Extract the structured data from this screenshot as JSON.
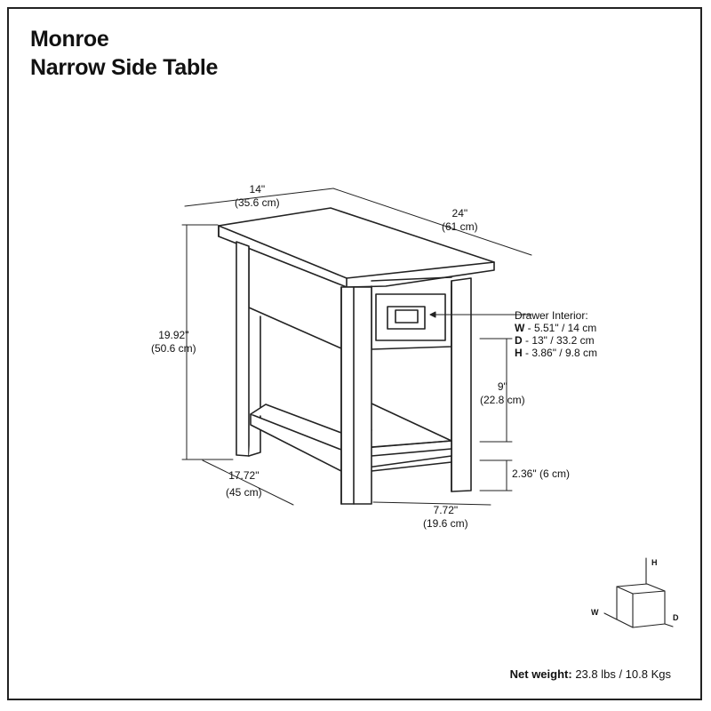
{
  "title": {
    "line1": "Monroe",
    "line2": "Narrow Side Table"
  },
  "dimensions": {
    "top_width": {
      "in": "14\"",
      "cm": "(35.6 cm)"
    },
    "top_length": {
      "in": "24\"",
      "cm": "(61 cm)"
    },
    "height": {
      "in": "19.92\"",
      "cm": "(50.6 cm)"
    },
    "leg_depth": {
      "in": "17.72\"",
      "cm": "(45 cm)"
    },
    "leg_width": {
      "in": "7.72\"",
      "cm": "(19.6 cm)"
    },
    "shelf_clearance": {
      "in": "9\"",
      "cm": "(22.8 cm)"
    },
    "shelf_height": {
      "text": "2.36\" (6 cm)"
    }
  },
  "drawer_interior": {
    "heading": "Drawer Interior:",
    "rows": [
      {
        "key": "W",
        "value": " - 5.51\" / 14 cm"
      },
      {
        "key": "D",
        "value": " - 13\" / 33.2 cm"
      },
      {
        "key": "H",
        "value": " - 3.86\" / 9.8 cm"
      }
    ]
  },
  "axes": {
    "h": "H",
    "w": "W",
    "d": "D"
  },
  "net_weight": {
    "label": "Net weight:",
    "value": " 23.8 lbs / 10.8 Kgs"
  }
}
